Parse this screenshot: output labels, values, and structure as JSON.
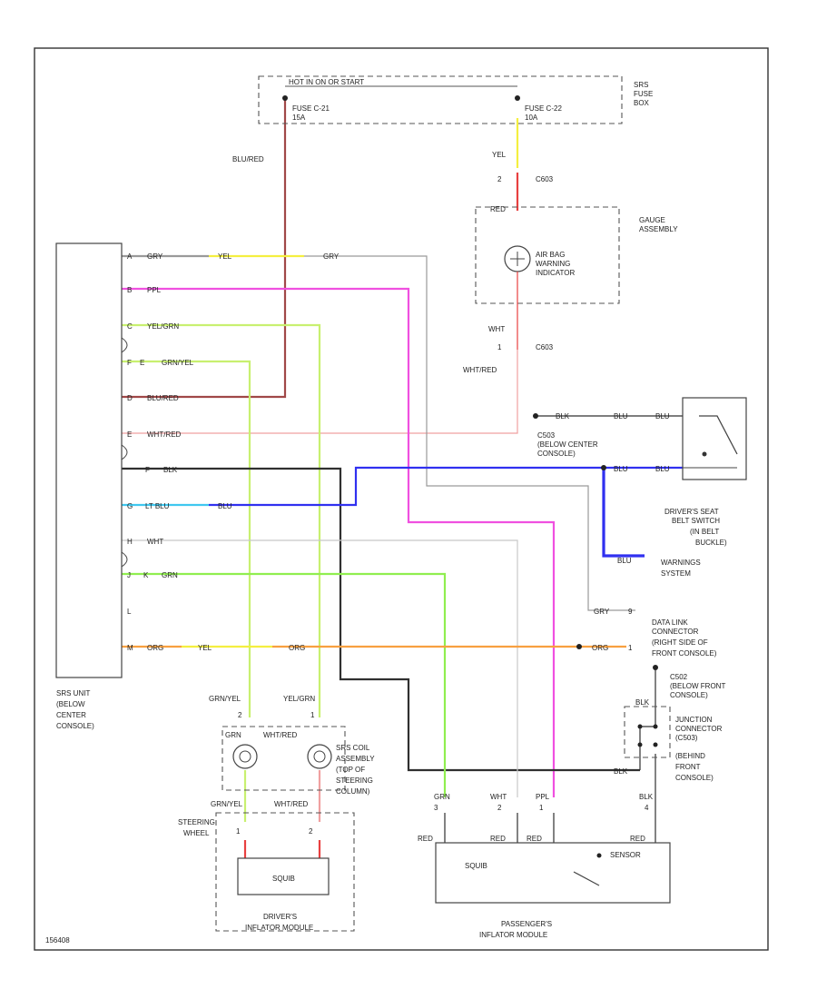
{
  "colors": {
    "red": "#e84040",
    "brown_red": "#a04848",
    "yellow": "#f4ef40",
    "grey": "#9a9a9a",
    "pink": "#f050e0",
    "green": "#90ee50",
    "lt_green": "#c8f070",
    "dark": "#303030",
    "blue": "#3030f0",
    "lt_blue": "#40c8f0",
    "orange": "#f8a040",
    "light_red": "#f0a0a0",
    "white_wire": "#c8c8c8"
  },
  "labels": {
    "fuse_hot": "HOT IN ON OR START",
    "fuse_21": "FUSE C-21",
    "fuse_21_amp": "15A",
    "fuse_22": "FUSE C-22",
    "fuse_22_amp": "10A",
    "srs_fuse_box_1": "SRS",
    "srs_fuse_box_2": "FUSE",
    "srs_fuse_box_3": "BOX",
    "wire_blu_red": "BLU/RED",
    "wire_yel_top": "YEL",
    "pin_2_top": "2",
    "conn_c603_top": "C603",
    "wire_red_gauge": "RED",
    "gauge_1": "GAUGE",
    "gauge_2": "ASSEMBLY",
    "warn_1": "AIR BAG",
    "warn_2": "WARNING",
    "warn_3": "INDICATOR",
    "wire_wht_gauge": "WHT",
    "pin_1_gauge": "1",
    "conn_c603_bot": "C603",
    "wire_wht_red_right": "WHT/RED",
    "row1_pin": "A",
    "row1_wire": "GRY",
    "row1_wire_b": "YEL",
    "row1_wire_c": "GRY",
    "row2_pin": "B",
    "row2_wire": "PPL",
    "row3_pin": "C",
    "row3_wire": "YEL/GRN",
    "row4_pin": "F",
    "row4_pin_b": "E",
    "row4_wire": "GRN/YEL",
    "row5_pin": "D",
    "row5_wire": "BLU/RED",
    "row6_pin": "E",
    "row6_wire": "WHT/RED",
    "row7_pin": "F",
    "row7_wire": "BLK",
    "row8_pin": "G",
    "row8_wire": "LT BLU",
    "row8_wire_b": "BLU",
    "row9_pin": "H",
    "row9_wire": "WHT",
    "row10_pin": "J",
    "row10_pin_b": "K",
    "row10_wire": "GRN",
    "row11_pin": "L",
    "row12_pin": "M",
    "row12_wire": "ORG",
    "row12_wire_b": "YEL",
    "row12_wire_c": "ORG",
    "blk_ground": "BLK",
    "blu_seat_1": "BLU",
    "blu_seat_2": "BLU",
    "blu_seat_3": "BLU",
    "blu_seat_4": "BLU",
    "c503_1": "C503",
    "c503_2": "(BELOW CENTER",
    "c503_3": "CONSOLE)",
    "seat_1": "DRIVER'S SEAT",
    "seat_2": "BELT SWITCH",
    "seat_3": "(IN BELT",
    "seat_4": "BUCKLE)",
    "blu_warn": "BLU",
    "warn_sys_1": "WARNINGS",
    "warn_sys_2": "SYSTEM",
    "gry_dlc": "GRY",
    "dlc_pin": "9",
    "dlc_1": "DATA LINK",
    "dlc_2": "CONNECTOR",
    "dlc_3": "(RIGHT SIDE OF",
    "dlc_4": "FRONT CONSOLE)",
    "org_dlc": "ORG",
    "dlc_pin_b": "1",
    "c502_1": "C502",
    "c502_2": "(BELOW FRONT",
    "c502_3": "CONSOLE)",
    "blk_c502": "BLK",
    "jc_1": "JUNCTION",
    "jc_2": "CONNECTOR",
    "jc_3": "(C503)",
    "jc_4": "(BEHIND",
    "jc_5": "FRONT",
    "jc_6": "CONSOLE)",
    "blk_bottom": "BLK",
    "srs_unit_1": "SRS UNIT",
    "srs_unit_2": "(BELOW",
    "srs_unit_3": "CENTER",
    "srs_unit_4": "CONSOLE)",
    "grn_yel_col": "GRN/YEL",
    "yel_grn_col": "YEL/GRN",
    "pin_2_col": "2",
    "pin_1_col": "1",
    "grn_cc": "GRN",
    "wht_red_cc": "WHT/RED",
    "coil_1": "SRS COIL",
    "coil_2": "ASSEMBLY",
    "coil_3": "(TOP OF",
    "coil_4": "STEERING",
    "coil_5": "COLUMN)",
    "grn_yel_sw": "GRN/YEL",
    "wht_red_sw": "WHT/RED",
    "sw_1": "STEERING",
    "sw_2": "WHEEL",
    "sw_pin1": "1",
    "sw_pin2": "2",
    "squib_d": "SQUIB",
    "driver_1": "DRIVER'S",
    "driver_2": "INFLATOR MODULE",
    "grn_p": "GRN",
    "wht_p": "WHT",
    "ppl_p": "PPL",
    "blk_p": "BLK",
    "p_pin3": "3",
    "p_pin2": "2",
    "p_pin1": "1",
    "p_pin4": "4",
    "p_red1": "RED",
    "p_red2": "RED",
    "p_red3": "RED",
    "p_red4": "RED",
    "squib_p": "SQUIB",
    "p_sensor": "SENSOR",
    "pass_1": "PASSENGER'S",
    "pass_2": "INFLATOR MODULE",
    "fig_id": "156408"
  }
}
